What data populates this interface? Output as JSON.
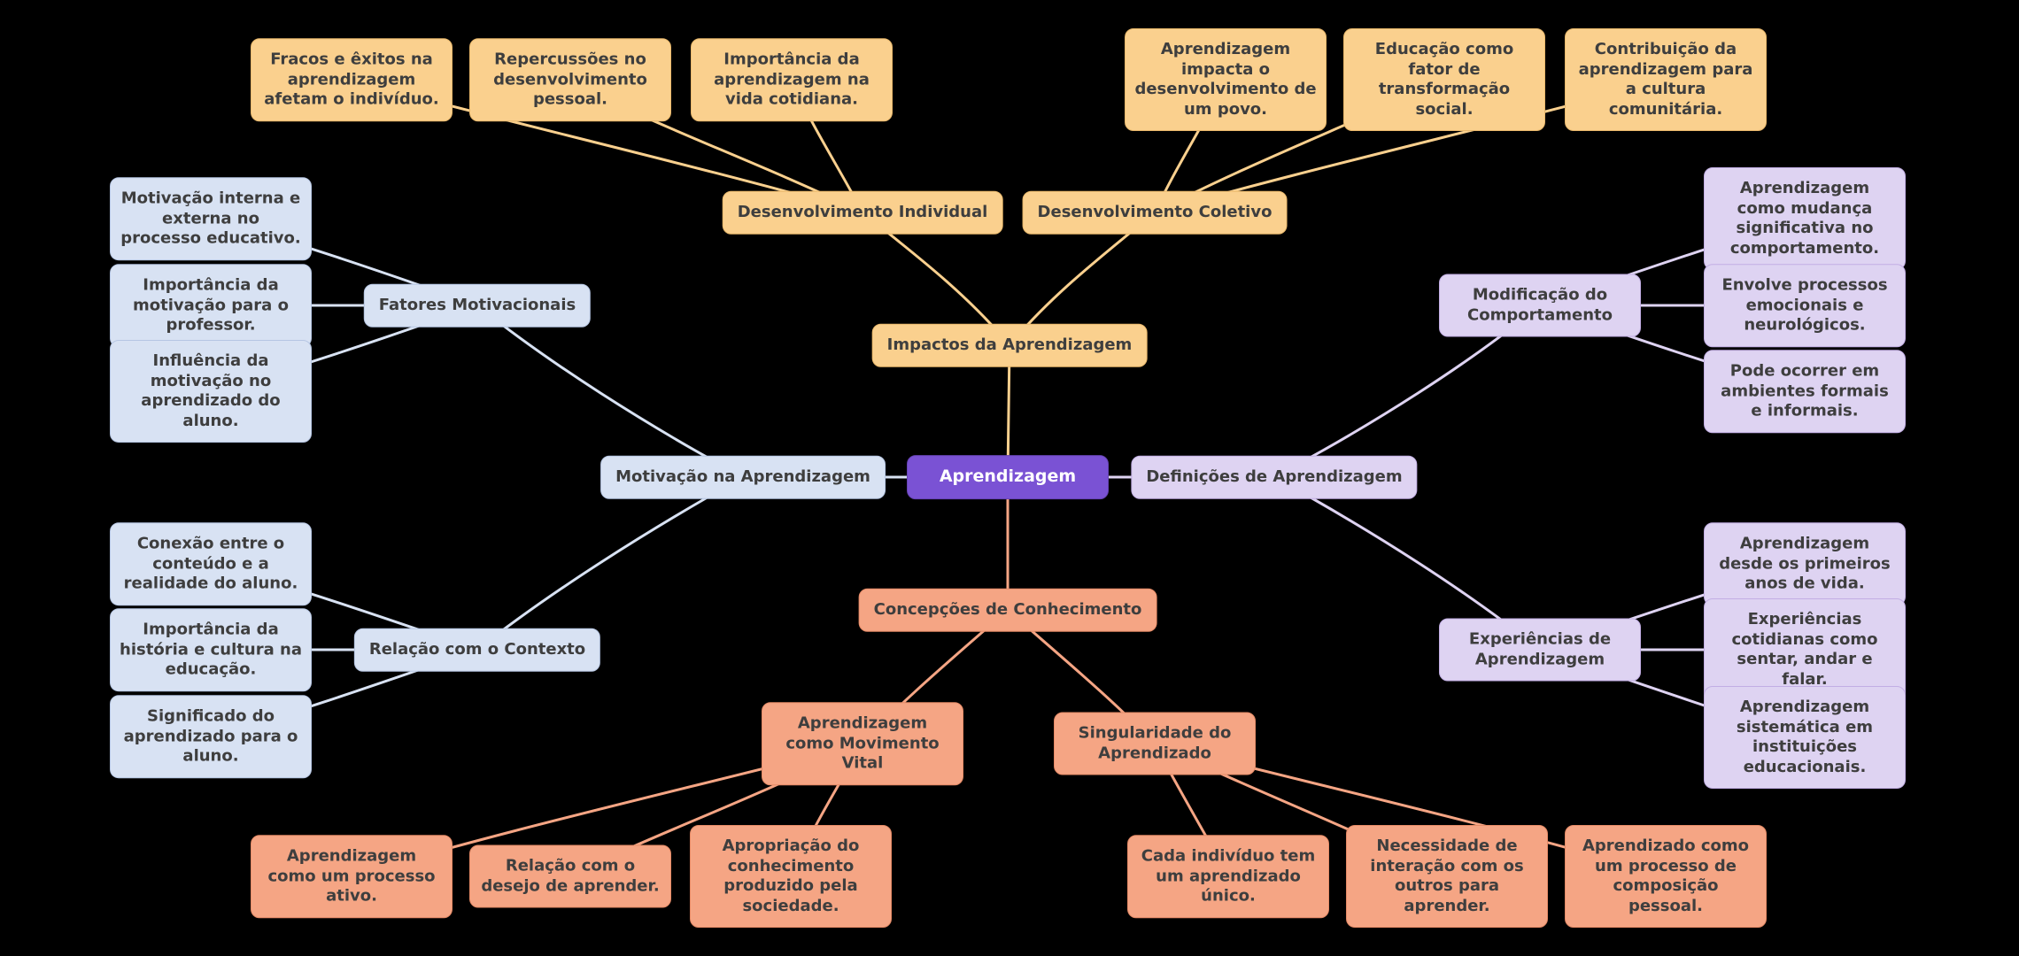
{
  "background_color": "#000000",
  "mindmap": {
    "root": {
      "label": "Aprendizagem",
      "color": "#7a52d4",
      "text_color": "#ffffff"
    },
    "branches": [
      {
        "id": "impactos",
        "label": "Impactos da Aprendizagem",
        "color": "#fad08e",
        "children": [
          {
            "label": "Desenvolvimento Individual",
            "leaves": [
              "Fracos e êxitos na aprendizagem afetam o indivíduo.",
              "Repercussões no desenvolvimento pessoal.",
              "Importância da aprendizagem na vida cotidiana."
            ]
          },
          {
            "label": "Desenvolvimento Coletivo",
            "leaves": [
              "Aprendizagem impacta o desenvolvimento de um povo.",
              "Educação como fator de transformação social.",
              "Contribuição da aprendizagem para a cultura comunitária."
            ]
          }
        ]
      },
      {
        "id": "motivacao",
        "label": "Motivação na Aprendizagem",
        "color": "#d8e2f3",
        "children": [
          {
            "label": "Fatores Motivacionais",
            "leaves": [
              "Motivação interna e externa no processo educativo.",
              "Importância da motivação para o professor.",
              "Influência da motivação no aprendizado do aluno."
            ]
          },
          {
            "label": "Relação com o Contexto",
            "leaves": [
              "Conexão entre o conteúdo e a realidade do aluno.",
              "Importância da história e cultura na educação.",
              "Significado do aprendizado para o aluno."
            ]
          }
        ]
      },
      {
        "id": "definicoes",
        "label": "Definições de Aprendizagem",
        "color": "#ded3f2",
        "children": [
          {
            "label": "Modificação do Comportamento",
            "leaves": [
              "Aprendizagem como mudança significativa no comportamento.",
              "Envolve processos emocionais e neurológicos.",
              "Pode ocorrer em ambientes formais e informais."
            ]
          },
          {
            "label": "Experiências de Aprendizagem",
            "leaves": [
              "Aprendizagem desde os primeiros anos de vida.",
              "Experiências cotidianas como sentar, andar e falar.",
              "Aprendizagem sistemática em instituições educacionais."
            ]
          }
        ]
      },
      {
        "id": "concepcoes",
        "label": "Concepções de Conhecimento",
        "color": "#f5a584",
        "children": [
          {
            "label": "Aprendizagem como Movimento Vital",
            "leaves": [
              "Aprendizagem como um processo ativo.",
              "Relação com o desejo de aprender.",
              "Apropriação do conhecimento produzido pela sociedade."
            ]
          },
          {
            "label": "Singularidade do Aprendizado",
            "leaves": [
              "Cada indivíduo tem um aprendizado único.",
              "Necessidade de interação com os outros para aprender.",
              "Aprendizado como um processo de composição pessoal."
            ]
          }
        ]
      }
    ]
  }
}
